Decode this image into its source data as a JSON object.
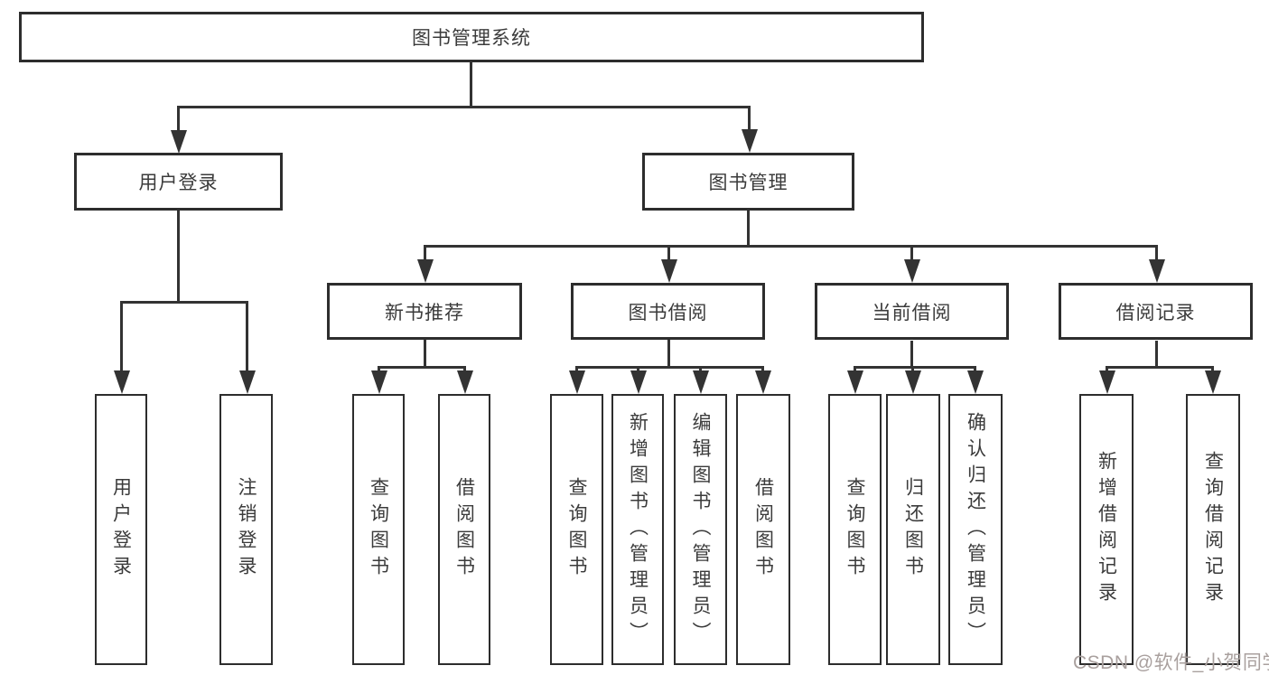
{
  "tree": {
    "label": "图书管理系统",
    "children": [
      {
        "label": "用户登录",
        "children": [
          {
            "label": "用户登录"
          },
          {
            "label": "注销登录"
          }
        ]
      },
      {
        "label": "图书管理",
        "children": [
          {
            "label": "新书推荐",
            "children": [
              {
                "label": "查询图书"
              },
              {
                "label": "借阅图书"
              }
            ]
          },
          {
            "label": "图书借阅",
            "children": [
              {
                "label": "查询图书"
              },
              {
                "label": "新增图书（管理员）"
              },
              {
                "label": "编辑图书（管理员）"
              },
              {
                "label": "借阅图书"
              }
            ]
          },
          {
            "label": "当前借阅",
            "children": [
              {
                "label": "查询图书"
              },
              {
                "label": "归还图书"
              },
              {
                "label": "确认归还（管理员）"
              }
            ]
          },
          {
            "label": "借阅记录",
            "children": [
              {
                "label": "新增借阅记录"
              },
              {
                "label": "查询借阅记录"
              }
            ]
          }
        ]
      }
    ]
  },
  "watermark": {
    "text": "CSDN @软件_小贺同学"
  },
  "colors": {
    "line": "#333333",
    "box_border": "#2d2d2d",
    "text": "#3b3b3b",
    "watermark": "#a9a09e",
    "background": "#ffffff"
  }
}
